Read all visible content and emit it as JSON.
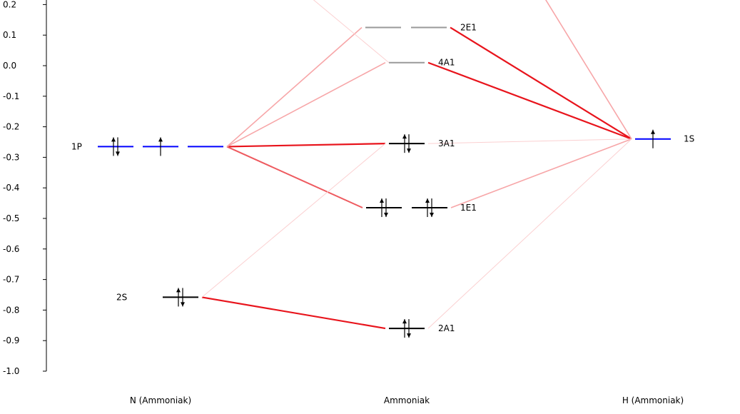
{
  "diagram": {
    "type": "mo-energy-diagram",
    "y_axis": {
      "ticks": [
        "0.2",
        "0.1",
        "0.0",
        "-0.1",
        "-0.2",
        "-0.3",
        "-0.4",
        "-0.5",
        "-0.6",
        "-0.7",
        "-0.8",
        "-0.9",
        "-1.0"
      ],
      "range": [
        -1.0,
        0.2
      ]
    },
    "columns": [
      {
        "id": "N",
        "label": "N (Ammoniak)"
      },
      {
        "id": "M",
        "label": "Ammoniak"
      },
      {
        "id": "H",
        "label": "H (Ammoniak)"
      }
    ],
    "levels": [
      {
        "id": "N_1P",
        "column": "N",
        "label": "1P",
        "energy": -0.265,
        "degeneracy": 3,
        "electrons": [
          2,
          1,
          0
        ],
        "color": "#0000ff"
      },
      {
        "id": "N_2S",
        "column": "N",
        "label": "2S",
        "energy": -0.758,
        "degeneracy": 1,
        "electrons": [
          2
        ],
        "color": "#000000"
      },
      {
        "id": "M_2E1",
        "column": "M",
        "label": "2E1",
        "energy": 0.125,
        "degeneracy": 2,
        "electrons": [
          0,
          0
        ],
        "color": "#999999"
      },
      {
        "id": "M_4A1",
        "column": "M",
        "label": "4A1",
        "energy": 0.01,
        "degeneracy": 1,
        "electrons": [
          0
        ],
        "color": "#999999"
      },
      {
        "id": "M_3A1",
        "column": "M",
        "label": "3A1",
        "energy": -0.255,
        "degeneracy": 1,
        "electrons": [
          2
        ],
        "color": "#000000"
      },
      {
        "id": "M_1E1",
        "column": "M",
        "label": "1E1",
        "energy": -0.465,
        "degeneracy": 2,
        "electrons": [
          2,
          2
        ],
        "color": "#000000"
      },
      {
        "id": "M_2A1",
        "column": "M",
        "label": "2A1",
        "energy": -0.86,
        "degeneracy": 1,
        "electrons": [
          2
        ],
        "color": "#000000"
      },
      {
        "id": "H_1S",
        "column": "H",
        "label": "1S",
        "energy": -0.24,
        "degeneracy": 1,
        "electrons": [
          1
        ],
        "color": "#0000ff"
      }
    ],
    "correlations": [
      {
        "from": "N_1P",
        "to": "M_3A1",
        "weight": "strong"
      },
      {
        "from": "N_1P",
        "to": "M_1E1",
        "weight": "medium"
      },
      {
        "from": "N_1P",
        "to": "M_2E1",
        "weight": "weak"
      },
      {
        "from": "N_1P",
        "to": "M_4A1",
        "weight": "weak"
      },
      {
        "from": "N_2S",
        "to": "M_2A1",
        "weight": "strong"
      },
      {
        "from": "N_2S",
        "to": "M_3A1",
        "weight": "faint"
      },
      {
        "from": "H_1S",
        "to": "M_2E1",
        "weight": "strong"
      },
      {
        "from": "H_1S",
        "to": "M_4A1",
        "weight": "strong"
      },
      {
        "from": "H_1S",
        "to": "M_1E1",
        "weight": "weak"
      },
      {
        "from": "H_1S",
        "to": "M_3A1",
        "weight": "faint"
      },
      {
        "from": "H_1S",
        "to": "M_2A1",
        "weight": "faint"
      },
      {
        "from": "H_1S",
        "to": "offscreen-top",
        "weight": "weak"
      },
      {
        "from": "M_4A1",
        "to": "offscreen-top",
        "weight": "faint"
      }
    ],
    "colors": {
      "strong": "#e8141c",
      "medium": "#ee5a5f",
      "weak": "#f7a6a8",
      "faint": "#fbd0d1",
      "unoccupied_level": "#999999",
      "atomic_level": "#0000ff",
      "occupied_level": "#000000"
    }
  }
}
